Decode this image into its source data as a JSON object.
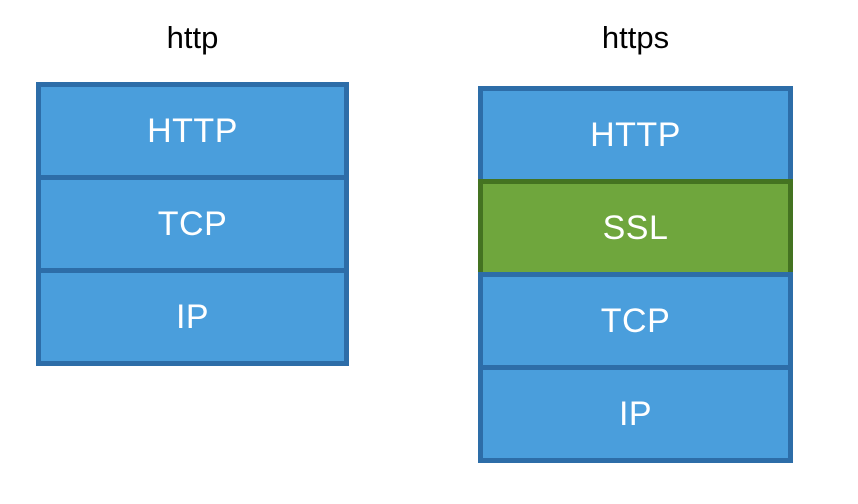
{
  "diagram": {
    "description": "Comparison of HTTP and HTTPS protocol layer stacks",
    "background_color": "#ffffff",
    "text_color_titles": "#000000",
    "text_color_layers": "#ffffff",
    "columns": [
      {
        "title": "http",
        "layers": [
          {
            "label": "HTTP",
            "fill": "#4A9EDC",
            "border": "#2D6DA8"
          },
          {
            "label": "TCP",
            "fill": "#4A9EDC",
            "border": "#2D6DA8"
          },
          {
            "label": "IP",
            "fill": "#4A9EDC",
            "border": "#2D6DA8"
          }
        ]
      },
      {
        "title": "https",
        "layers": [
          {
            "label": "HTTP",
            "fill": "#4A9EDC",
            "border": "#2D6DA8"
          },
          {
            "label": "SSL",
            "fill": "#6FA63D",
            "border": "#447321"
          },
          {
            "label": "TCP",
            "fill": "#4A9EDC",
            "border": "#2D6DA8"
          },
          {
            "label": "IP",
            "fill": "#4A9EDC",
            "border": "#2D6DA8"
          }
        ]
      }
    ]
  }
}
